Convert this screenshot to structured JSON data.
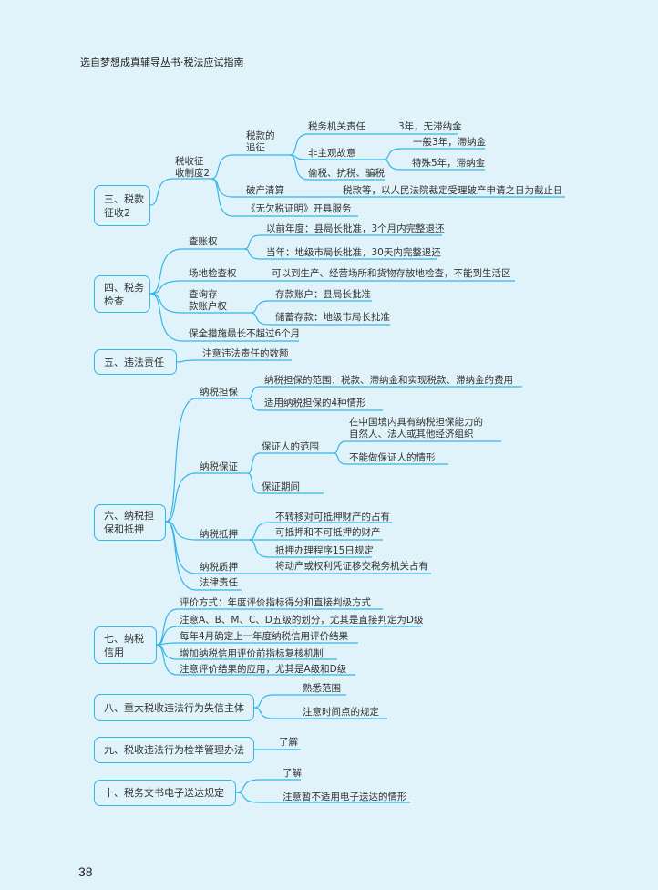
{
  "header": "选自梦想成真辅导丛书·税法应试指南",
  "page_number": "38",
  "accent_color": "#35b6e6",
  "s3": {
    "title": "三、税款\n征收2",
    "sub": "税收征\n收制度2",
    "zhuizheng": "税款的\n追征",
    "jiguan": "税务机关责任",
    "jiguan_r": "3年，无滞纳金",
    "feizhuguan": "非主观故意",
    "yiban": "一般3年，滞纳金",
    "teshu": "特殊5年，滞纳金",
    "toushui": "偷税、抗税、骗税",
    "pochan": "破产清算",
    "pochan_r": "税款等，以人民法院裁定受理破产申请之日为截止日",
    "wuqian": "《无欠税证明》开具服务"
  },
  "s4": {
    "title": "四、税务\n检查",
    "chazhang": "查账权",
    "yiqian": "以前年度：县局长批准，3个月内完整退还",
    "dangnian": "当年：地级市局长批准，30天内完整退还",
    "changdi": "场地检查权",
    "changdi_r": "可以到生产、经营场所和货物存放地检查，不能到生活区",
    "chaxun": "查询存\n款账户权",
    "cunkuan": "存款账户：县局长批准",
    "chuxu": "储蓄存款：地级市局长批准",
    "baoquan": "保全措施最长不超过6个月"
  },
  "s5": {
    "title": "五、违法责任",
    "item": "注意违法责任的数额"
  },
  "s6": {
    "title": "六、纳税担\n保和抵押",
    "danbao": "纳税担保",
    "fanwei": "纳税担保的范围：税款、滞纳金和实现税款、滞纳金的费用",
    "shiyong": "适用纳税担保的4种情形",
    "baozheng": "纳税保证",
    "bzr_fanwei": "保证人的范围",
    "zhongguo": "在中国境内具有纳税担保能力的\n自然人、法人或其他经济组织",
    "buneng": "不能做保证人的情形",
    "qijian": "保证期间",
    "diya": "纳税抵押",
    "buzhuanyi": "不转移对可抵押财产的占有",
    "kediya": "可抵押和不可抵押的财产",
    "chengxu": "抵押办理程序15日规定",
    "zhiya": "纳税质押",
    "zhiya_r": "将动产或权利凭证移交税务机关占有",
    "falv": "法律责任"
  },
  "s7": {
    "title": "七、纳税\n信用",
    "items": [
      "评价方式：年度评价指标得分和直接判级方式",
      "注意A、B、M、C、D五级的划分，尤其是直接判定为D级",
      "每年4月确定上一年度纳税信用评价结果",
      "增加纳税信用评价前指标复核机制",
      "注意评价结果的应用，尤其是A级和D级"
    ]
  },
  "s8": {
    "title": "八、重大税收违法行为失信主体",
    "a": "熟悉范围",
    "b": "注意时间点的规定"
  },
  "s9": {
    "title": "九、税收违法行为检举管理办法",
    "a": "了解"
  },
  "s10": {
    "title": "十、税务文书电子送达规定",
    "a": "了解",
    "b": "注意暂不适用电子送达的情形"
  }
}
